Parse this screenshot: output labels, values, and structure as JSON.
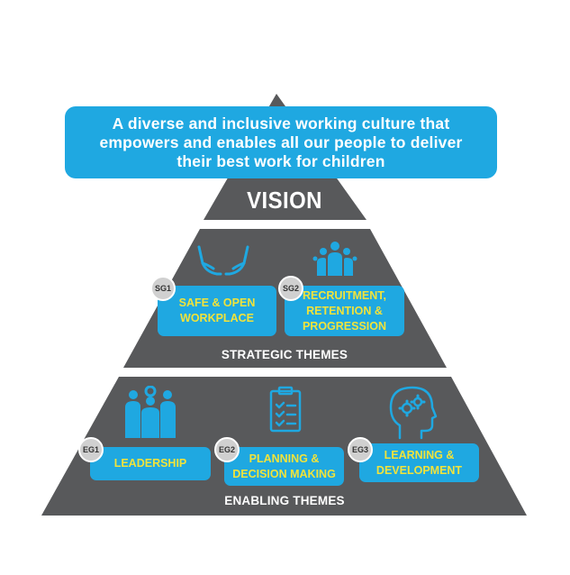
{
  "vision": {
    "banner_lines": [
      "A diverse and inclusive working culture that",
      "empowers and enables all our people to deliver",
      "their best work for children"
    ],
    "label": "VISION"
  },
  "strategic": {
    "label": "STRATEGIC THEMES",
    "themes": [
      {
        "code": "SG1",
        "lines": [
          "SAFE & OPEN",
          "WORKPLACE"
        ],
        "icon": "open-hands-icon"
      },
      {
        "code": "SG2",
        "lines": [
          "RECRUITMENT,",
          "RETENTION &",
          "PROGRESSION"
        ],
        "icon": "group-people-icon"
      }
    ]
  },
  "enabling": {
    "label": "ENABLING THEMES",
    "themes": [
      {
        "code": "EG1",
        "lines": [
          "LEADERSHIP"
        ],
        "icon": "team-gear-icon"
      },
      {
        "code": "EG2",
        "lines": [
          "PLANNING &",
          "DECISION MAKING"
        ],
        "icon": "clipboard-checklist-icon"
      },
      {
        "code": "EG3",
        "lines": [
          "LEARNING &",
          "DEVELOPMENT"
        ],
        "icon": "head-gears-icon"
      }
    ]
  },
  "colors": {
    "pyramid": "#58595b",
    "accent_blue": "#1fa8e1",
    "label_yellow": "#f1e33b",
    "badge_grey": "#d0d0d0"
  }
}
